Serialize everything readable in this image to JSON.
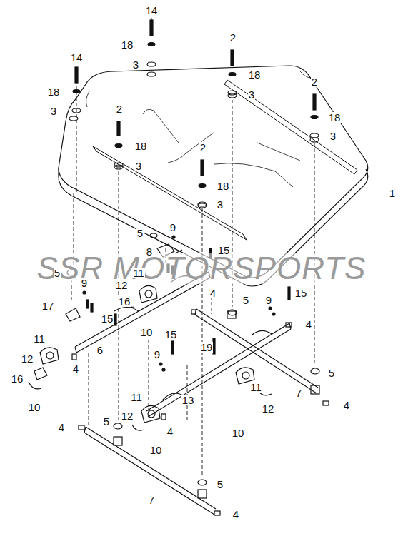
{
  "diagram": {
    "labels": [
      "14",
      "18",
      "3",
      "2",
      "18",
      "3",
      "2",
      "18",
      "3",
      "14",
      "18",
      "3",
      "2",
      "18",
      "3",
      "2",
      "18",
      "3",
      "1",
      "SSR MOTORSPORTS",
      "5",
      "9",
      "8",
      "15",
      "5",
      "11",
      "12",
      "9",
      "4",
      "15",
      "17",
      "16",
      "15",
      "5",
      "9",
      "4",
      "10",
      "11",
      "6",
      "19",
      "15",
      "12",
      "4",
      "9",
      "5",
      "11",
      "16",
      "7",
      "13",
      "11",
      "4",
      "12",
      "10",
      "12",
      "4",
      "10",
      "4",
      "5",
      "10",
      "7",
      "5",
      "4"
    ]
  }
}
